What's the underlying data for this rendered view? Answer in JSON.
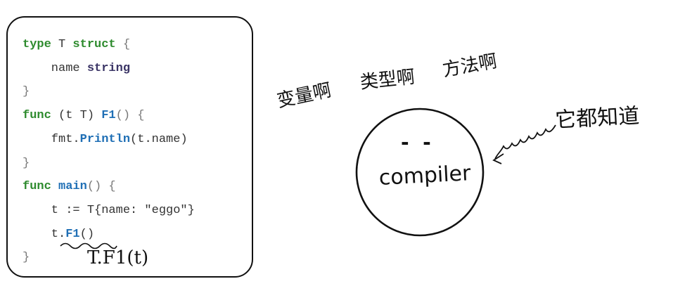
{
  "code": {
    "lines": [
      [
        {
          "t": "type",
          "c": "kw"
        },
        {
          "t": " T ",
          "c": "pl"
        },
        {
          "t": "struct",
          "c": "kw"
        },
        {
          "t": " {",
          "c": "br"
        }
      ],
      [
        {
          "t": "    name ",
          "c": "pl"
        },
        {
          "t": "string",
          "c": "ty"
        }
      ],
      [
        {
          "t": "}",
          "c": "br"
        }
      ],
      [
        {
          "t": "func",
          "c": "kw"
        },
        {
          "t": " (t T) ",
          "c": "pl"
        },
        {
          "t": "F1",
          "c": "fn"
        },
        {
          "t": "() {",
          "c": "br"
        }
      ],
      [
        {
          "t": "    fmt.",
          "c": "pl"
        },
        {
          "t": "Println",
          "c": "fn"
        },
        {
          "t": "(t.name)",
          "c": "pl"
        }
      ],
      [
        {
          "t": "}",
          "c": "br"
        }
      ],
      [
        {
          "t": "func",
          "c": "kw"
        },
        {
          "t": " ",
          "c": "pl"
        },
        {
          "t": "main",
          "c": "fn"
        },
        {
          "t": "() {",
          "c": "br"
        }
      ],
      [
        {
          "t": "    t := T{name: \"eggo\"}",
          "c": "pl"
        }
      ],
      [
        {
          "t": "    t.",
          "c": "pl"
        },
        {
          "t": "F1",
          "c": "fn"
        },
        {
          "t": "()",
          "c": "pl"
        }
      ],
      [
        {
          "t": "}",
          "c": "br"
        }
      ]
    ],
    "annotation": "T.F1(t)"
  },
  "labels": {
    "variable": "变量啊",
    "type": "类型啊",
    "method": "方法啊",
    "knows_all": "它都知道"
  },
  "compiler": {
    "eyes": "-  -",
    "label": "compiler"
  }
}
